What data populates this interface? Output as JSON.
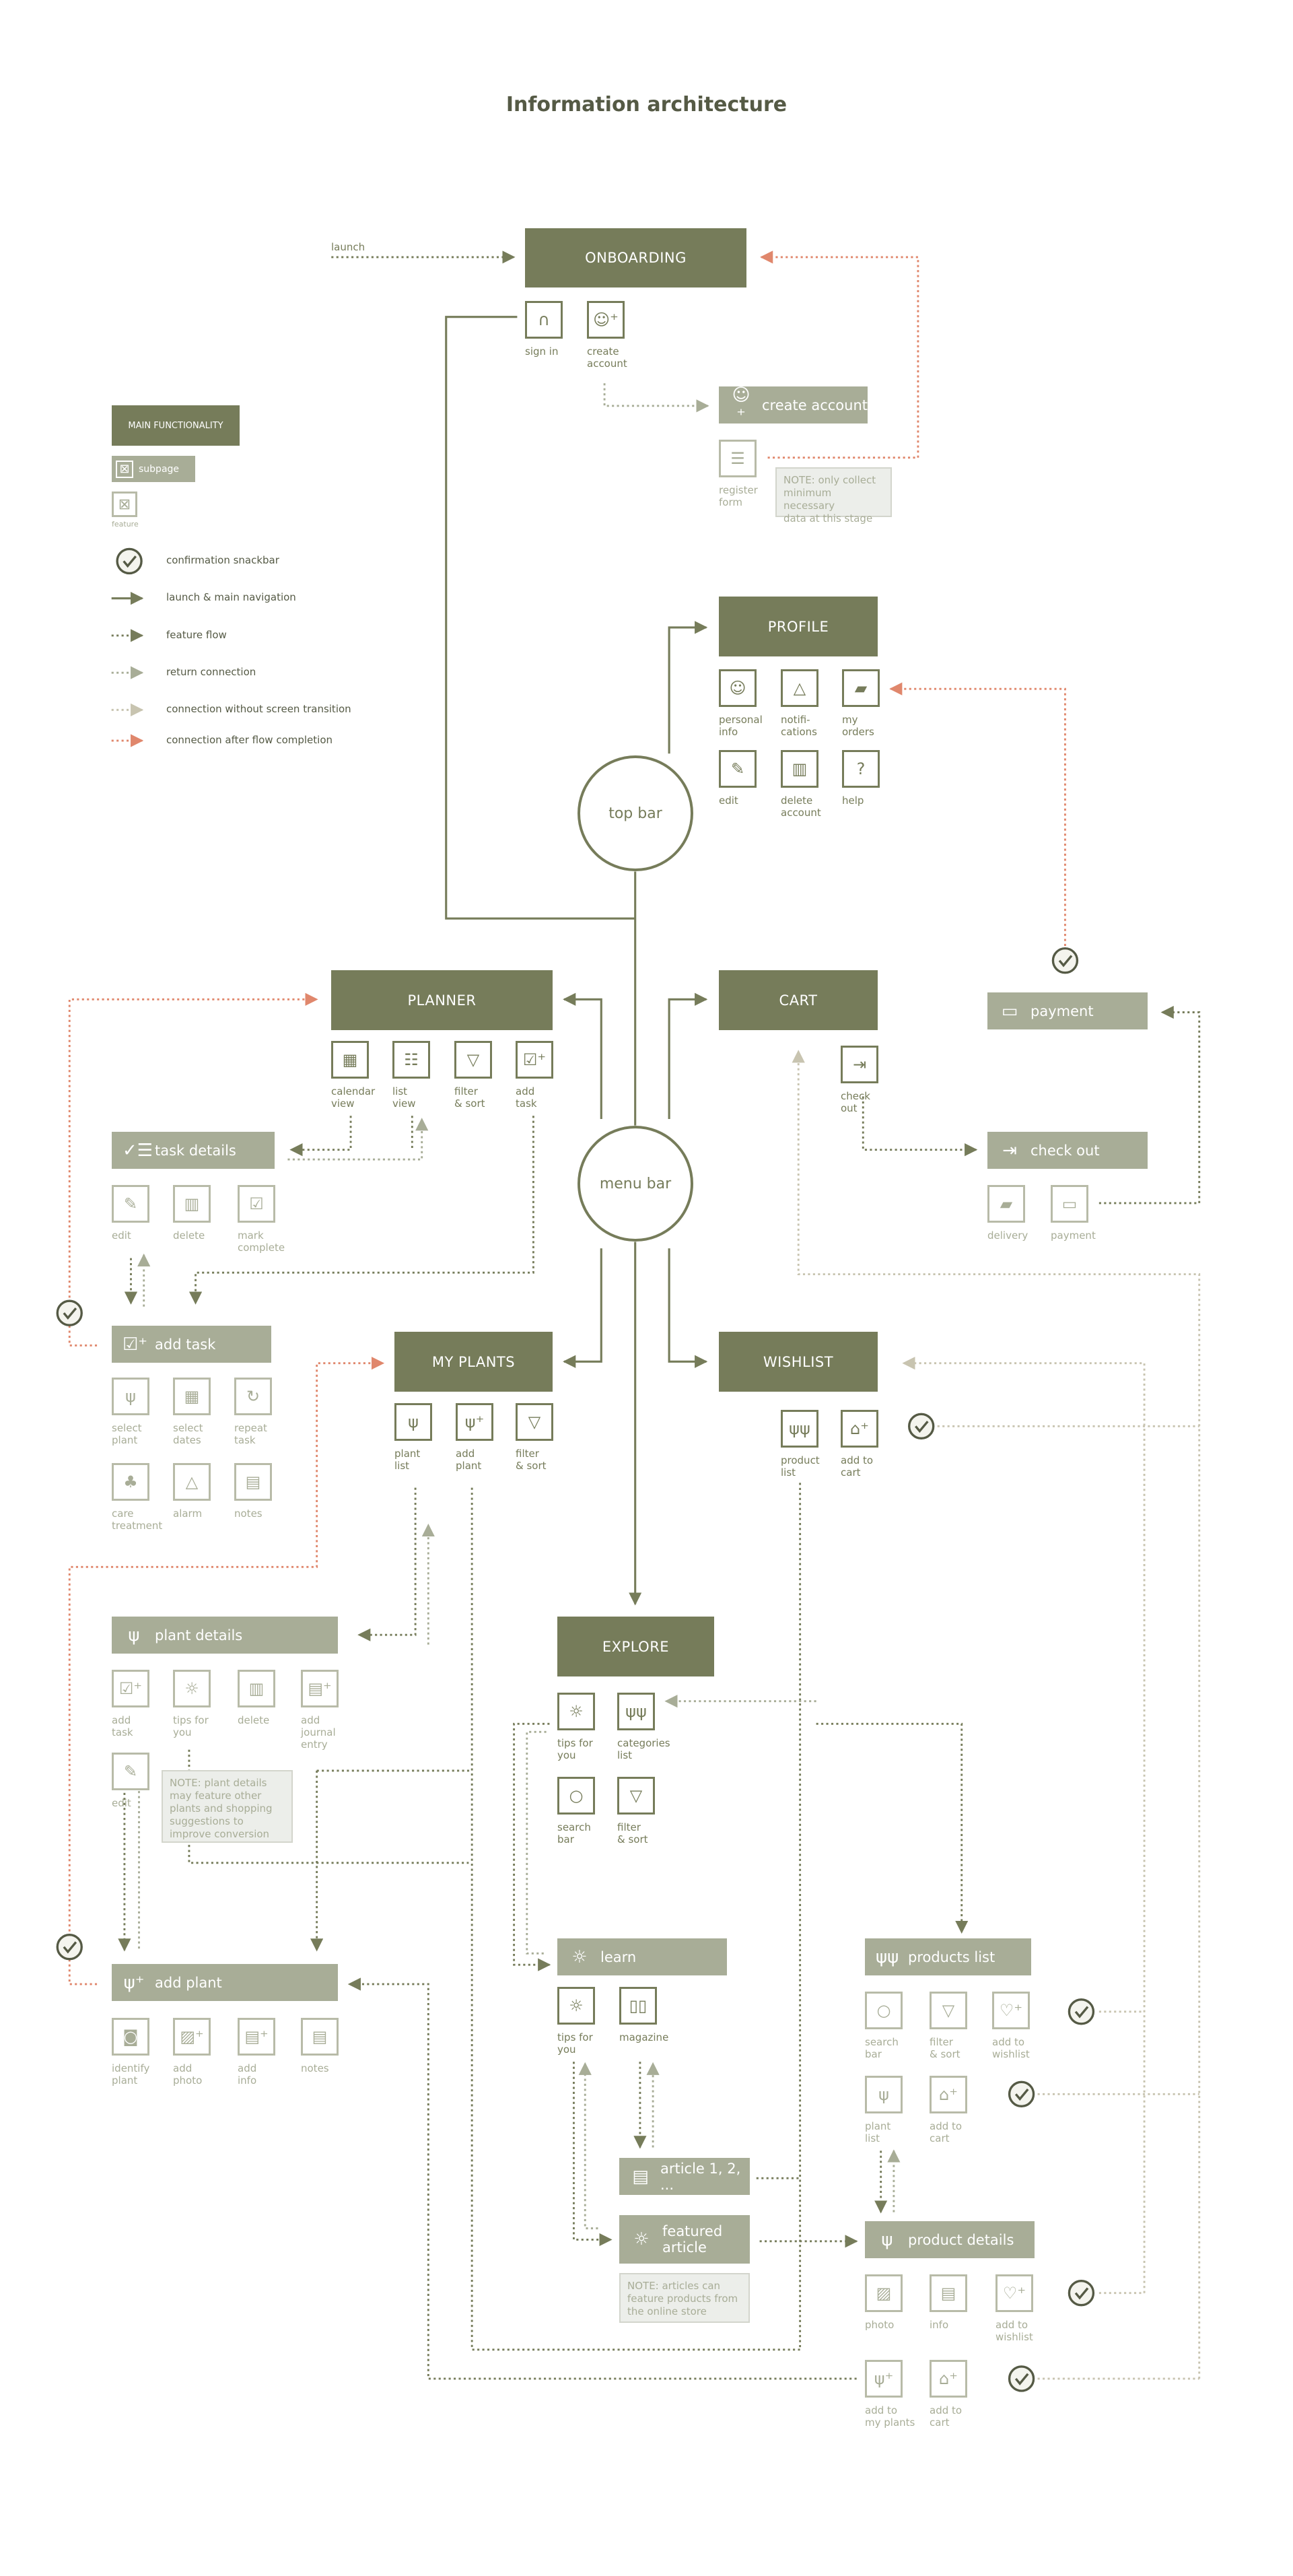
{
  "title": "Information architecture",
  "launch_label": "launch",
  "colors": {
    "main": "#767c5a",
    "subpage": "#a8ad97",
    "return": "#a8ad97",
    "no_transition": "#c8c4b0",
    "after_completion": "#e0876c",
    "note_bg": "#eceeea"
  },
  "legend": {
    "main_functionality": "MAIN FUNCTIONALITY",
    "subpage": "subpage",
    "feature": "feature",
    "items": [
      {
        "label": "confirmation snackbar",
        "icon": "check-circle-icon"
      },
      {
        "label": "launch & main navigation",
        "icon": "solid-arrow-icon"
      },
      {
        "label": "feature flow",
        "icon": "dotted-arrow-icon"
      },
      {
        "label": "return connection",
        "icon": "return-arrow-icon"
      },
      {
        "label": "connection without screen transition",
        "icon": "no-transition-arrow-icon"
      },
      {
        "label": "connection after flow completion",
        "icon": "completion-arrow-icon"
      }
    ]
  },
  "circles": {
    "top_bar": "top bar",
    "menu_bar": "menu bar"
  },
  "nodes": {
    "onboarding": {
      "label": "ONBOARDING",
      "type": "main",
      "features": [
        {
          "label": "sign in",
          "icon": "lock-icon"
        },
        {
          "label": "create\naccount",
          "icon": "user-plus-icon"
        }
      ]
    },
    "create_account": {
      "label": "create account",
      "type": "subpage",
      "icon": "user-plus-icon",
      "features": [
        {
          "label": "register\nform",
          "icon": "form-icon"
        }
      ]
    },
    "profile": {
      "label": "PROFILE",
      "type": "main",
      "features": [
        {
          "label": "personal\ninfo",
          "icon": "user-icon"
        },
        {
          "label": "notifi-\ncations",
          "icon": "bell-icon"
        },
        {
          "label": "my\norders",
          "icon": "truck-icon"
        },
        {
          "label": "edit",
          "icon": "pencil-icon"
        },
        {
          "label": "delete\naccount",
          "icon": "trash-icon"
        },
        {
          "label": "help",
          "icon": "question-icon"
        }
      ]
    },
    "planner": {
      "label": "PLANNER",
      "type": "main",
      "features": [
        {
          "label": "calendar\nview",
          "icon": "calendar-icon"
        },
        {
          "label": "list\nview",
          "icon": "list-icon"
        },
        {
          "label": "filter\n& sort",
          "icon": "filter-icon"
        },
        {
          "label": "add\ntask",
          "icon": "add-task-icon"
        }
      ]
    },
    "cart": {
      "label": "CART",
      "type": "main",
      "features": [
        {
          "label": "check\nout",
          "icon": "bag-out-icon"
        }
      ]
    },
    "payment": {
      "label": "payment",
      "type": "subpage",
      "icon": "card-icon",
      "features": []
    },
    "check_out": {
      "label": "check out",
      "type": "subpage",
      "icon": "bag-out-icon",
      "features": [
        {
          "label": "delivery",
          "icon": "truck-icon"
        },
        {
          "label": "payment",
          "icon": "card-icon"
        }
      ]
    },
    "task_details": {
      "label": "task details",
      "type": "subpage",
      "icon": "checklist-icon",
      "features": [
        {
          "label": "edit",
          "icon": "pencil-icon"
        },
        {
          "label": "delete",
          "icon": "trash-icon"
        },
        {
          "label": "mark\ncomplete",
          "icon": "checkbox-icon"
        }
      ]
    },
    "add_task": {
      "label": "add task",
      "type": "subpage",
      "icon": "add-task-icon",
      "features": [
        {
          "label": "select\nplant",
          "icon": "plant-icon"
        },
        {
          "label": "select\ndates",
          "icon": "calendar-icon"
        },
        {
          "label": "repeat\ntask",
          "icon": "repeat-icon"
        },
        {
          "label": "care\ntreatment",
          "icon": "care-icon"
        },
        {
          "label": "alarm",
          "icon": "bell-icon"
        },
        {
          "label": "notes",
          "icon": "notes-icon"
        }
      ]
    },
    "my_plants": {
      "label": "MY PLANTS",
      "type": "main",
      "features": [
        {
          "label": "plant\nlist",
          "icon": "plant-icon"
        },
        {
          "label": "add\nplant",
          "icon": "plant-plus-icon"
        },
        {
          "label": "filter\n& sort",
          "icon": "filter-icon"
        }
      ]
    },
    "wishlist": {
      "label": "WISHLIST",
      "type": "main",
      "features": [
        {
          "label": "product\nlist",
          "icon": "plants-icon"
        },
        {
          "label": "add to\ncart",
          "icon": "bag-plus-icon"
        }
      ]
    },
    "explore": {
      "label": "EXPLORE",
      "type": "main",
      "features": [
        {
          "label": "tips for\nyou",
          "icon": "bulb-icon"
        },
        {
          "label": "categories\nlist",
          "icon": "plants-icon"
        },
        {
          "label": "search\nbar",
          "icon": "search-icon"
        },
        {
          "label": "filter\n& sort",
          "icon": "filter-icon"
        }
      ]
    },
    "plant_details": {
      "label": "plant details",
      "type": "subpage",
      "icon": "plant-icon",
      "features": [
        {
          "label": "add\ntask",
          "icon": "add-task-icon"
        },
        {
          "label": "tips for\nyou",
          "icon": "bulb-icon"
        },
        {
          "label": "delete",
          "icon": "trash-icon"
        },
        {
          "label": "add\njournal\nentry",
          "icon": "journal-plus-icon"
        },
        {
          "label": "edit",
          "icon": "pencil-icon"
        }
      ]
    },
    "add_plant": {
      "label": "add plant",
      "type": "subpage",
      "icon": "plant-plus-icon",
      "features": [
        {
          "label": "identify\nplant",
          "icon": "camera-icon"
        },
        {
          "label": "add\nphoto",
          "icon": "photo-plus-icon"
        },
        {
          "label": "add\ninfo",
          "icon": "info-plus-icon"
        },
        {
          "label": "notes",
          "icon": "notes-icon"
        }
      ]
    },
    "learn": {
      "label": "learn",
      "type": "subpage",
      "icon": "bulb-icon",
      "features": [
        {
          "label": "tips for\nyou",
          "icon": "bulb-icon"
        },
        {
          "label": "magazine",
          "icon": "book-icon"
        }
      ]
    },
    "article": {
      "label": "article 1, 2, ...",
      "type": "subpage",
      "icon": "article-icon",
      "features": []
    },
    "featured_article": {
      "label": "featured\narticle",
      "type": "subpage",
      "icon": "bulb-icon",
      "features": []
    },
    "products_list": {
      "label": "products list",
      "type": "subpage",
      "icon": "plants-icon",
      "features": [
        {
          "label": "search\nbar",
          "icon": "search-icon"
        },
        {
          "label": "filter\n& sort",
          "icon": "filter-icon"
        },
        {
          "label": "add to\nwishlist",
          "icon": "heart-plus-icon"
        },
        {
          "label": "plant\nlist",
          "icon": "plant-icon"
        },
        {
          "label": "add to\ncart",
          "icon": "bag-plus-icon"
        }
      ]
    },
    "product_details": {
      "label": "product details",
      "type": "subpage",
      "icon": "plant-icon",
      "features": [
        {
          "label": "photo",
          "icon": "photo-icon"
        },
        {
          "label": "info",
          "icon": "notes-icon"
        },
        {
          "label": "add to\nwishlist",
          "icon": "heart-plus-icon"
        },
        {
          "label": "add to\nmy plants",
          "icon": "plant-plus-icon"
        },
        {
          "label": "add to\ncart",
          "icon": "bag-plus-icon"
        }
      ]
    }
  },
  "notes": {
    "onboarding": "NOTE: only collect\nminimum necessary\ndata at this stage",
    "plant_details": "NOTE: plant details\nmay feature other\nplants and shopping\nsuggestions to\nimprove conversion",
    "articles": "NOTE: articles can\nfeature products from\nthe online store"
  }
}
